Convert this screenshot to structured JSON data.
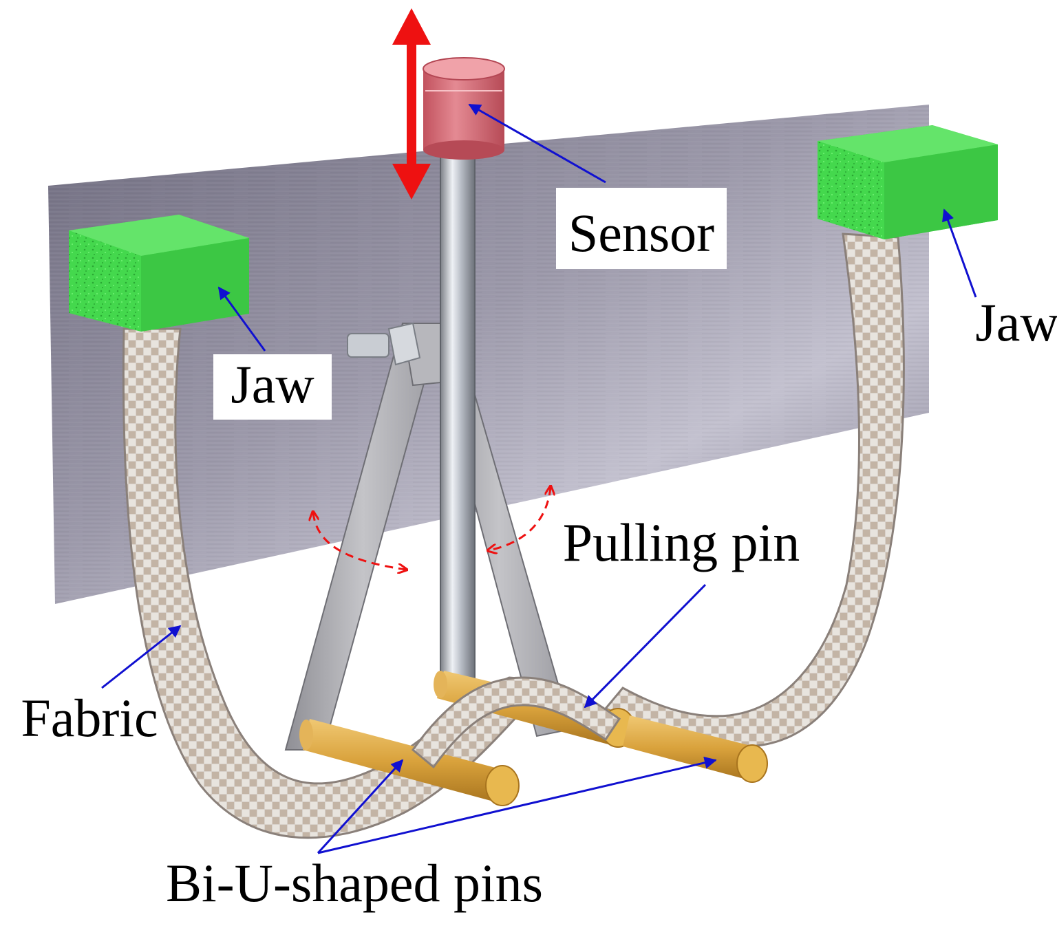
{
  "labels": {
    "sensor": "Sensor",
    "jaw_left": "Jaw",
    "jaw_right": "Jaw",
    "pulling_pin": "Pulling pin",
    "fabric": "Fabric",
    "bi_u_pins": "Bi-U-shaped pins"
  },
  "colors": {
    "plate": "#8e8b9b",
    "jaw": "#3fd84a",
    "sensor": "#d9727c",
    "rod": "#c9ced6",
    "frame": "#a9a9ae",
    "pin": "#d9a23c",
    "fabric": "#cfc7c0",
    "arrow_blue": "#1010d0",
    "arrow_red": "#ee1111"
  }
}
